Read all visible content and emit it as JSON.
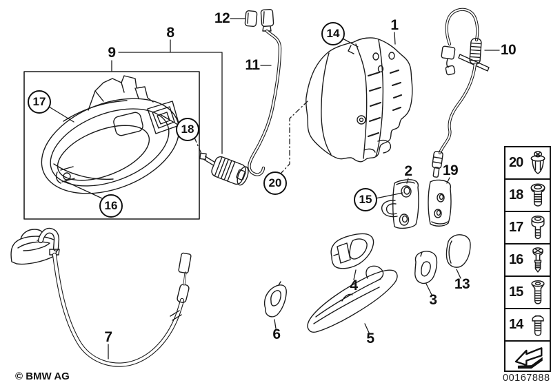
{
  "footer": {
    "copyright": "© BMW AG",
    "image_number": "00167888"
  },
  "colors": {
    "line": "#1c1c1c",
    "background": "#ffffff"
  },
  "labels": {
    "n1": "1",
    "n2": "2",
    "n3": "3",
    "n4": "4",
    "n5": "5",
    "n6": "6",
    "n7": "7",
    "n8": "8",
    "n9": "9",
    "n10": "10",
    "n11": "11",
    "n12": "12",
    "n13": "13",
    "n19": "19"
  },
  "balloons": {
    "b14": "14",
    "b15": "15",
    "b16": "16",
    "b17": "17",
    "b18": "18",
    "b20": "20"
  },
  "legend": {
    "rows": [
      {
        "label": "20",
        "icon": "expanding-rivet-icon"
      },
      {
        "label": "18",
        "icon": "washer-screw-icon"
      },
      {
        "label": "17",
        "icon": "shoulder-screw-icon"
      },
      {
        "label": "16",
        "icon": "stud-screw-icon"
      },
      {
        "label": "15",
        "icon": "countersunk-screw-icon"
      },
      {
        "label": "14",
        "icon": "pan-head-screw-icon"
      }
    ],
    "arrow_icon": "direction-arrow-icon"
  }
}
